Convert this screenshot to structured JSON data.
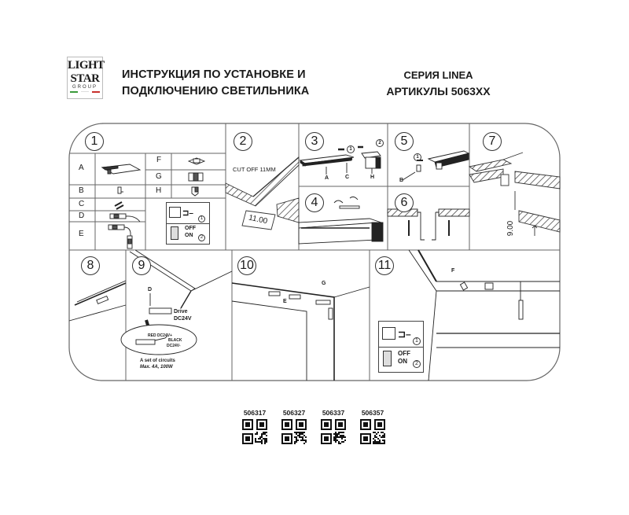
{
  "header": {
    "logo": {
      "line1": "LIGHT",
      "line2": "STAR",
      "line3": "GROUP",
      "flag_colors": [
        "#3a9a3a",
        "#ffffff",
        "#c8302c"
      ]
    },
    "title_line1": "ИНСТРУКЦИЯ ПО УСТАНОВКЕ И",
    "title_line2": "ПОДКЛЮЧЕНИЮ СВЕТИЛЬНИКА",
    "series_line1": "СЕРИЯ LINEA",
    "series_line2": "АРТИКУЛЫ 5063XX"
  },
  "steps": {
    "s1": {
      "number": "1",
      "parts": [
        {
          "key": "A",
          "icon": "profile-cover-icon"
        },
        {
          "key": "B",
          "icon": "end-plug-icon"
        },
        {
          "key": "C",
          "icon": "connector-pins-icon"
        },
        {
          "key": "D",
          "icon": "power-connector-icon"
        },
        {
          "key": "E",
          "icon": "corner-connector-icon"
        },
        {
          "key": "F",
          "icon": "spring-bracket-icon"
        },
        {
          "key": "G",
          "icon": "corner-cap-icon"
        },
        {
          "key": "H",
          "icon": "end-cap-icon"
        }
      ]
    },
    "s2": {
      "number": "2",
      "note": "CUT OFF 11MM",
      "dimension": "11.00"
    },
    "s3": {
      "number": "3",
      "callouts": [
        "A",
        "C",
        "H"
      ],
      "order": [
        "1",
        "2"
      ]
    },
    "s4": {
      "number": "4"
    },
    "s5": {
      "number": "5",
      "callout": "B",
      "order": "1"
    },
    "s6": {
      "number": "6"
    },
    "s7": {
      "number": "7",
      "dimension": "9.00"
    },
    "s8": {
      "number": "8"
    },
    "s9": {
      "number": "9",
      "callout": "D",
      "drive_label1": "Drive",
      "drive_label2": "DC24V",
      "red_label": "RED DC24V+",
      "black_label1": "BLACK",
      "black_label2": "DC24V-",
      "note1": "A set of circuits",
      "note2": "Max. 4A, 100W"
    },
    "s10": {
      "number": "10",
      "callouts": [
        "E",
        "G"
      ]
    },
    "s11": {
      "number": "11",
      "callout": "F"
    }
  },
  "power": {
    "step_num_1": "1",
    "step_num_2": "2",
    "off": "OFF",
    "on": "ON"
  },
  "qr_codes": [
    {
      "code": "506317"
    },
    {
      "code": "506327"
    },
    {
      "code": "506337"
    },
    {
      "code": "506357"
    }
  ]
}
